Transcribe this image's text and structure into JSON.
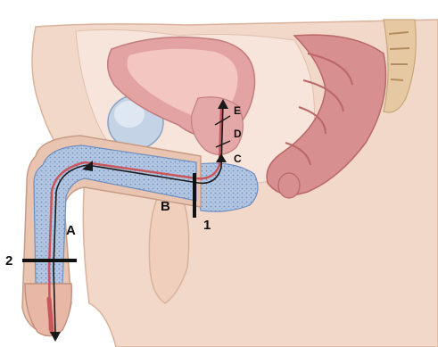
{
  "diagram": {
    "labels": {
      "A": "A",
      "B": "B",
      "C": "C",
      "D": "D",
      "E": "E",
      "marker_1": "1",
      "marker_2": "2"
    },
    "colors": {
      "background": "#ffffff",
      "skin": "#f2d8c8",
      "skin_outline": "#d9b29c",
      "bladder_tissue": "#e3a3a3",
      "bladder_lumen": "#f3c6c2",
      "rectum": "#d88f8f",
      "rectum_dark": "#b96767",
      "symphysis": "#c5d3e6",
      "spongy_tissue": "#a9c0de",
      "spongy_dots": "#6f8fbf",
      "urethra_path": "#1a1a1a",
      "spine": "#e6c9a2"
    }
  }
}
